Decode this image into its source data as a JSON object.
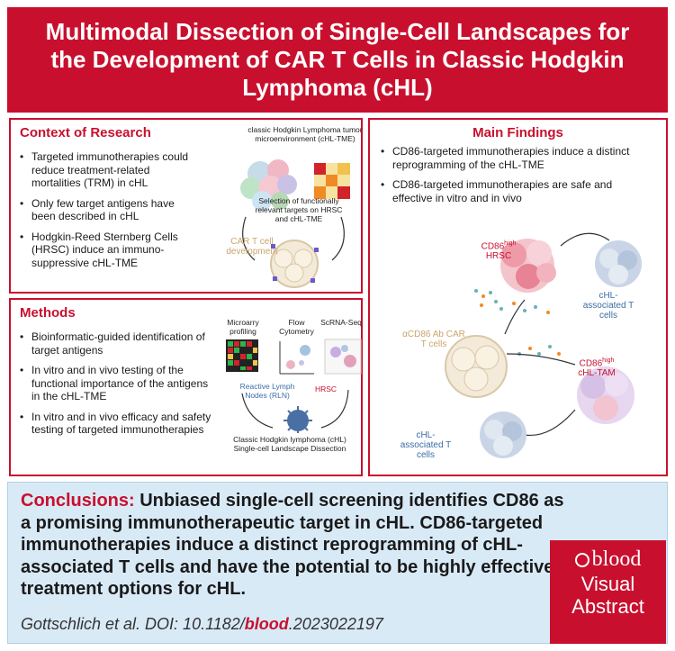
{
  "title": "Multimodal Dissection of Single-Cell Landscapes for the Development of CAR T Cells in Classic Hodgkin Lymphoma (cHL)",
  "context": {
    "heading": "Context of Research",
    "bullets": [
      "Targeted immunotherapies could reduce treatment-related mortalities (TRM) in cHL",
      "Only few target antigens have been described in cHL",
      "Hodgkin-Reed Sternberg Cells (HRSC) induce an immuno-suppressive cHL-TME"
    ],
    "fig_tme_label": "classic Hodgkin Lymphoma tumor microenvironment (cHL-TME)",
    "fig_selection_label": "Selection of functionally relevant targets on HRSC and cHL-TME",
    "fig_car_label": "CAR T cell development"
  },
  "methods": {
    "heading": "Methods",
    "bullets": [
      "Bioinformatic-guided identification of target antigens",
      "In vitro and in vivo testing of the functional importance of the antigens in the cHL-TME",
      "In vitro and in vivo efficacy and safety testing of targeted immunotherapies"
    ],
    "fig_microarray": "Microarry profiling",
    "fig_flow": "Flow Cytometry",
    "fig_scrna": "ScRNA-Seq",
    "fig_rln": "Reactive Lymph Nodes (RLN)",
    "fig_hrsc": "HRSC",
    "fig_landscape": "Classic Hodgkin lymphoma (cHL) Single-cell Landscape Dissection"
  },
  "findings": {
    "heading": "Main Findings",
    "bullets": [
      "CD86-targeted immunotherapies induce a distinct reprogramming of the cHL-TME",
      "CD86-targeted immunotherapies are safe and effective in vitro and in vivo"
    ],
    "fig_cd86_hrsc_sup": "high",
    "fig_cd86_hrsc_main": "CD86",
    "fig_hrsc": "HRSC",
    "fig_cd86_tam_main": "CD86",
    "fig_cd86_tam_sup": "high",
    "fig_tam": "cHL-TAM",
    "fig_car": "αCD86 Ab CAR T cells",
    "fig_tcells_top": "cHL-associated T cells",
    "fig_tcells_bottom": "cHL-associated T cells"
  },
  "conclusion": {
    "label": "Conclusions:",
    "text": "Unbiased single-cell screening identifies CD86 as a promising immunotherapeutic target in cHL. CD86-targeted immunotherapies induce a distinct reprogramming of cHL-associated T cells and have the potential to be highly effective treatment options for cHL.",
    "citation_prefix": "Gottschlich et al. DOI: 10.1182/",
    "citation_journal": "blood",
    "citation_suffix": ".2023022197"
  },
  "badge": {
    "journal": "blood",
    "line1": "Visual",
    "line2": "Abstract"
  },
  "colors": {
    "accent": "#c8102e",
    "conclusion_bg": "#d9eaf7"
  }
}
